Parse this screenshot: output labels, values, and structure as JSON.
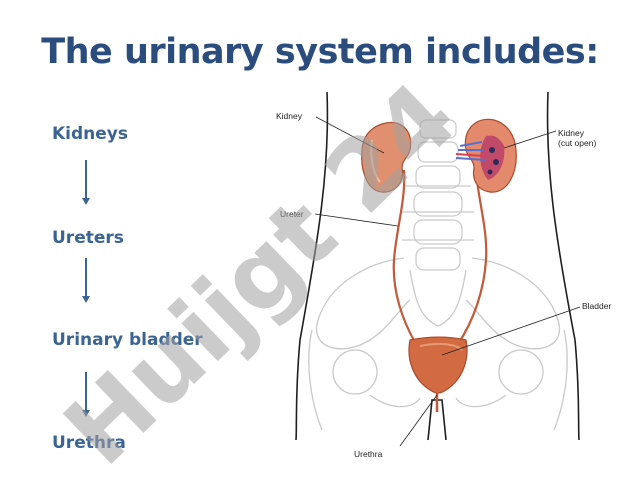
{
  "slide": {
    "title": "The urinary system includes:"
  },
  "flow": {
    "items": [
      {
        "label": "Kidneys"
      },
      {
        "label": "Ureters"
      },
      {
        "label": "Urinary bladder"
      },
      {
        "label": "Urethra"
      }
    ]
  },
  "diagram": {
    "labels": {
      "kidney": "Kidney",
      "kidney_cut_line1": "Kidney",
      "kidney_cut_line2": "(cut open)",
      "ureter": "Ureter",
      "bladder": "Bladder",
      "urethra": "Urethra"
    }
  },
  "watermark": {
    "text": "Huijgt 24"
  },
  "colors": {
    "title": "#2b4d7e",
    "flow_text": "#3a6494",
    "arrow": "#3a6494",
    "organ": "#d9734e",
    "watermark_gray": "#a0a0a0",
    "watermark_purple": "#b9a6e0"
  }
}
